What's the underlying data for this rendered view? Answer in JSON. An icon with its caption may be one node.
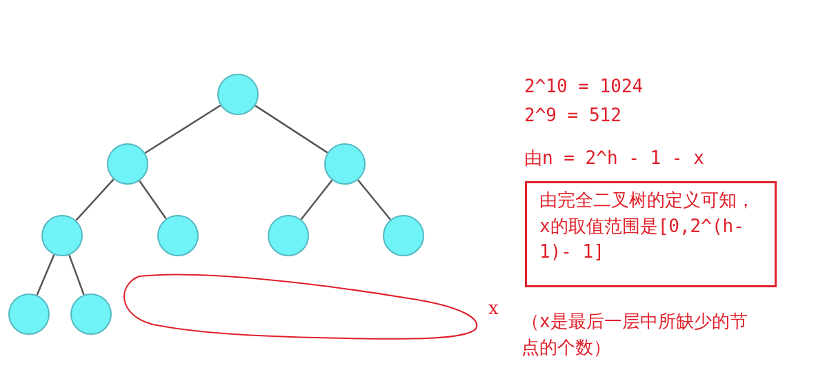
{
  "diagram": {
    "nodes": [
      {
        "text": [],
        "shape": "circle"
      },
      {
        "text": [],
        "shape": "circle"
      },
      {
        "text": [],
        "shape": "circle"
      },
      {
        "text": [],
        "shape": "circle"
      },
      {
        "text": [],
        "shape": "circle"
      },
      {
        "text": [],
        "shape": "circle"
      },
      {
        "text": [],
        "shape": "circle"
      },
      {
        "text": [],
        "shape": "circle"
      },
      {
        "text": [],
        "shape": "circle"
      },
      {
        "text": [],
        "shape": "ellipse",
        "beside": [
          "x"
        ]
      },
      {
        "text": [
          "由完全二叉树的定义可知，x的取值范围是[0,2^(h-1)- 1]"
        ]
      }
    ],
    "edges": [
      {
        "from": 0,
        "to": 1,
        "arrow": "none"
      },
      {
        "from": 0,
        "to": 2,
        "arrow": "none"
      },
      {
        "from": 1,
        "to": 3,
        "arrow": "none"
      },
      {
        "from": 1,
        "to": 4,
        "arrow": "none"
      },
      {
        "from": 2,
        "to": 5,
        "arrow": "none"
      },
      {
        "from": 2,
        "to": 6,
        "arrow": "none"
      },
      {
        "from": 3,
        "to": 7,
        "arrow": "none"
      },
      {
        "from": 3,
        "to": 8,
        "arrow": "none"
      }
    ],
    "labels": [
      "2^10 = 1024",
      "2^9 = 512",
      "由n = 2^h - 1 - x",
      "（x是最后一层中所缺少的节点的个数）"
    ]
  }
}
